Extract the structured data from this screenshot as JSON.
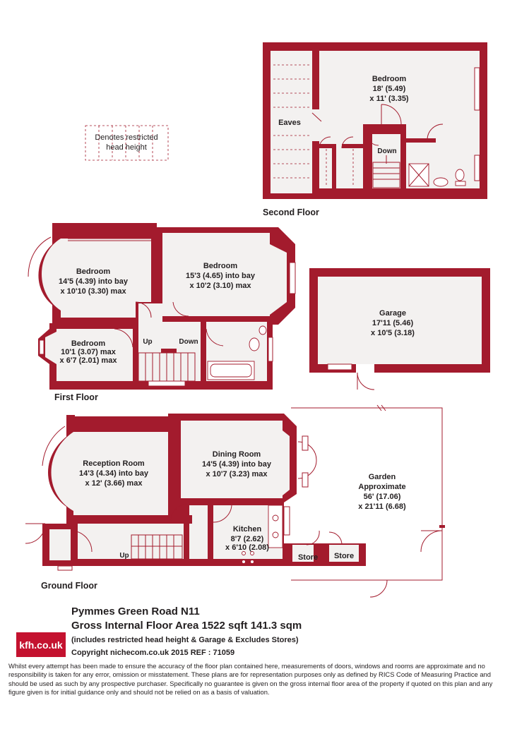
{
  "legend": {
    "line1": "Denotes restricted",
    "line2": "head height"
  },
  "floors": {
    "second": "Second Floor",
    "first": "First Floor",
    "ground": "Ground Floor"
  },
  "rooms": {
    "sf_bedroom": {
      "name": "Bedroom",
      "d1": "18' (5.49)",
      "d2": "x 11' (3.35)"
    },
    "sf_eaves": "Eaves",
    "sf_down": "Down",
    "ff_bed1": {
      "name": "Bedroom",
      "d1": "14'5 (4.39) into bay",
      "d2": "x 10'10 (3.30) max"
    },
    "ff_bed2": {
      "name": "Bedroom",
      "d1": "15'3 (4.65) into bay",
      "d2": "x 10'2 (3.10) max"
    },
    "ff_bed3": {
      "name": "Bedroom",
      "d1": "10'1 (3.07) max",
      "d2": "x 6'7 (2.01) max"
    },
    "ff_up": "Up",
    "ff_down": "Down",
    "garage": {
      "name": "Garage",
      "d1": "17'11 (5.46)",
      "d2": "x 10'5 (3.18)"
    },
    "reception": {
      "name": "Reception Room",
      "d1": "14'3 (4.34) into bay",
      "d2": "x 12' (3.66) max"
    },
    "dining": {
      "name": "Dining Room",
      "d1": "14'5 (4.39) into bay",
      "d2": "x 10'7 (3.23) max"
    },
    "kitchen": {
      "name": "Kitchen",
      "d1": "8'7 (2.62)",
      "d2": "x 6'10 (2.08)"
    },
    "gf_up": "Up",
    "store1": "Store",
    "store2": "Store",
    "garden": {
      "name": "Garden",
      "l2": "Approximate",
      "d1": "56' (17.06)",
      "d2": "x 21'11 (6.68)"
    }
  },
  "footer": {
    "address": "Pymmes Green Road  N11",
    "area": "Gross Internal Floor Area 1522 sqft 141.3 sqm",
    "includes": "(includes restricted head height & Garage & Excludes Stores)",
    "copyright": "Copyright nichecom.co.uk 2015 REF : 71059",
    "logo": "kfh.co.uk",
    "disclaimer": "Whilst every attempt has been made to ensure the accuracy of the floor plan contained here, measurements of doors, windows and rooms are approximate and no responsibility is taken for any error, omission or misstatement.  These plans are for representation purposes only as defined by RICS Code of Measuring Practice and should be used as such by any prospective purchaser.  Specifically no guarantee is given on the gross internal floor area of the property if quoted on this plan and any figure given is for initial guidance only and should not be relied on as a basis of valuation."
  },
  "colors": {
    "wall": "#a31b2d",
    "room": "#f3f1f0",
    "logo": "#c4122f"
  }
}
